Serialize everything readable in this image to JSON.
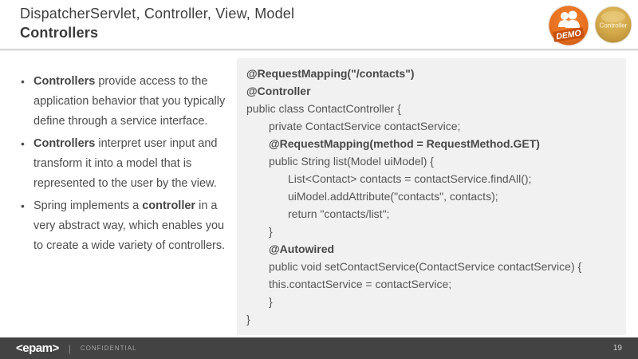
{
  "slide": {
    "title": "DispatcherServlet, Controller, View, Model",
    "subtitle": "Controllers"
  },
  "badges": {
    "demo": {
      "label": "DEMO",
      "icon": "people-icon",
      "color": "#e8701f",
      "rim_color": "#cf5a12",
      "banner_color": "#c8500f"
    },
    "controller": {
      "label": "Controller",
      "color": "#d2a748",
      "shine_color": "#e2bf66"
    }
  },
  "bullets": [
    {
      "segments": [
        {
          "text": "Controllers",
          "bold": true
        },
        {
          "text": " provide access to the application behavior that you typically define through a service interface.",
          "bold": false
        }
      ]
    },
    {
      "segments": [
        {
          "text": "Controllers",
          "bold": true
        },
        {
          "text": " interpret user input and transform it into a model that is represented to the user by the view.",
          "bold": false
        }
      ]
    },
    {
      "segments": [
        {
          "text": "Spring implements a ",
          "bold": false
        },
        {
          "text": "controller",
          "bold": true
        },
        {
          "text": " in a very abstract way, which enables you to create a wide variety of controllers.",
          "bold": false
        }
      ]
    }
  ],
  "code": {
    "lines": [
      {
        "text": "@RequestMapping(\"/contacts\")",
        "indent": 0,
        "bold": true
      },
      {
        "text": "@Controller",
        "indent": 0,
        "bold": true
      },
      {
        "text": "public class ContactController {",
        "indent": 0,
        "bold": false
      },
      {
        "text": "private ContactService contactService;",
        "indent": 1,
        "bold": false
      },
      {
        "text": "@RequestMapping(method = RequestMethod.GET)",
        "indent": 1,
        "bold": true
      },
      {
        "text": "public String list(Model uiModel) {",
        "indent": 1,
        "bold": false
      },
      {
        "text": "List<Contact> contacts = contactService.findAll();",
        "indent": 2,
        "bold": false
      },
      {
        "text": "uiModel.addAttribute(\"contacts\", contacts);",
        "indent": 2,
        "bold": false
      },
      {
        "text": "return \"contacts/list\";",
        "indent": 2,
        "bold": false
      },
      {
        "text": "}",
        "indent": 1,
        "bold": false
      },
      {
        "text": "@Autowired",
        "indent": 1,
        "bold": true
      },
      {
        "text": "public void setContactService(ContactService contactService) {",
        "indent": 1,
        "bold": false
      },
      {
        "text": "this.contactService = contactService;",
        "indent": 1,
        "bold": false
      },
      {
        "text": "}",
        "indent": 1,
        "bold": false
      },
      {
        "text": "}",
        "indent": 0,
        "bold": false
      }
    ]
  },
  "footer": {
    "logo": "<epam>",
    "separator": "|",
    "confidential": "CONFIDENTIAL",
    "page_number": "19"
  }
}
